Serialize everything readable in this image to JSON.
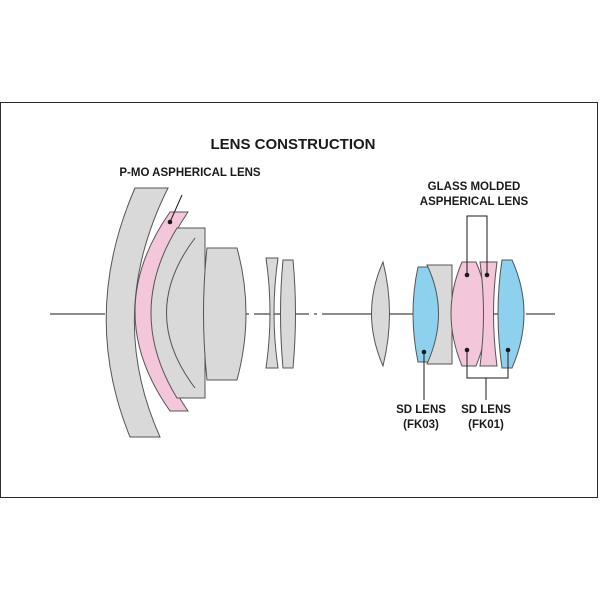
{
  "diagram": {
    "title": "LENS CONSTRUCTION",
    "labels": {
      "pmo_aspherical": "P-MO ASPHERICAL LENS",
      "glass_molded_line1": "GLASS MOLDED",
      "glass_molded_line2": "ASPHERICAL LENS",
      "sd_fk03_line1": "SD LENS",
      "sd_fk03_line2": "(FK03)",
      "sd_fk01_line1": "SD LENS",
      "sd_fk01_line2": "(FK01)"
    },
    "colors": {
      "standard_glass": "#d9d9d9",
      "aspherical": "#f3c6da",
      "sd_glass": "#8ed1ef",
      "outline": "#555555",
      "line": "#1a1a1a"
    }
  }
}
